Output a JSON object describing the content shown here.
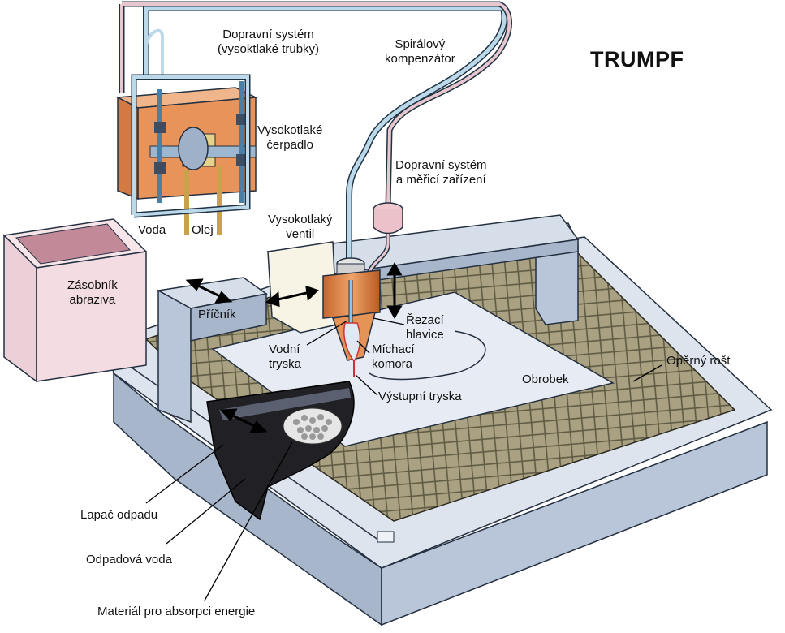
{
  "brand": "TRUMPF",
  "labels": {
    "dopravni_system_1": "Dopravní systém",
    "dopravni_system_1b": "(vysoktlaké trubky)",
    "spiralovy": "Spirálový",
    "kompenzator": "kompenzátor",
    "vysokotlake": "Vysokotlaké",
    "cerpadlo": "čerpadlo",
    "dopravni_system_2": "Dopravní systém",
    "merici": "a měřicí zařízení",
    "voda": "Voda",
    "olej": "Olej",
    "vysokotlaky": "Vysokotlaký",
    "ventil": "ventil",
    "zasobnik": "Zásobník",
    "abraziva": "abraziva",
    "pricnik": "Příčník",
    "rezaci": "Řezací",
    "hlavice": "hlavice",
    "vodni": "Vodní",
    "tryska": "tryska",
    "michaci": "Míchací",
    "komora": "komora",
    "operny_rost": "Opěrný rošt",
    "obrobek": "Obrobek",
    "vystupni_tryska": "Výstupní tryska",
    "lapac_odpadu": "Lapač odpadu",
    "odpadova_voda": "Odpadová voda",
    "material": "Materiál pro absorpci energie"
  },
  "colors": {
    "machine_blue": "#c5d1e3",
    "machine_dark": "#8f9fb8",
    "grid_fill": "#a9a181",
    "pump_orange": "#e8935a",
    "abrasive_box": "#f3dde2",
    "high_pressure_pipe": "#bcd9ea",
    "abrasive_pipe": "#e7c7cd",
    "workpiece": "#e7ebf3"
  }
}
